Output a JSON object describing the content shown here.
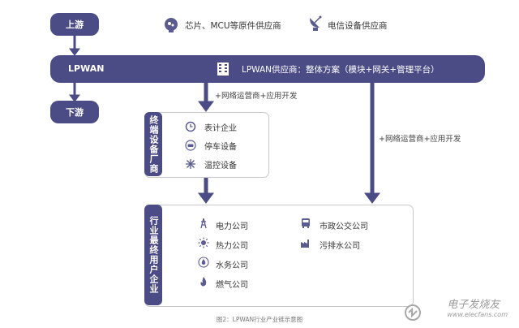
{
  "nodes": {
    "upstream": "上游",
    "lpwan": "LPWAN",
    "downstream": "下游",
    "chip_supplier": "芯片、MCU等原件供应商",
    "telecom_supplier": "电信设备供应商",
    "lpwan_vendor": "LPWAN供应商：整体方案（模块+网关+管理平台）",
    "arrow_label_1": "+网络运营商+应用开发",
    "arrow_label_2": "+网络运营商+应用开发"
  },
  "terminal": {
    "title": "终端设备厂商",
    "items": [
      "表计企业",
      "停车设备",
      "温控设备"
    ]
  },
  "end_users": {
    "title": "行业最终用户企业",
    "left_items": [
      "电力公司",
      "热力公司",
      "水务公司",
      "燃气公司"
    ],
    "right_items": [
      "市政公交公司",
      "污排水公司"
    ]
  },
  "caption": "图2：LPWAN行业产业链示意图",
  "watermark": "电子发烧友",
  "watermark_sub": "www.elecfans.com",
  "colors": {
    "accent": "#4b4c86",
    "icon": "#5a5b8e"
  }
}
